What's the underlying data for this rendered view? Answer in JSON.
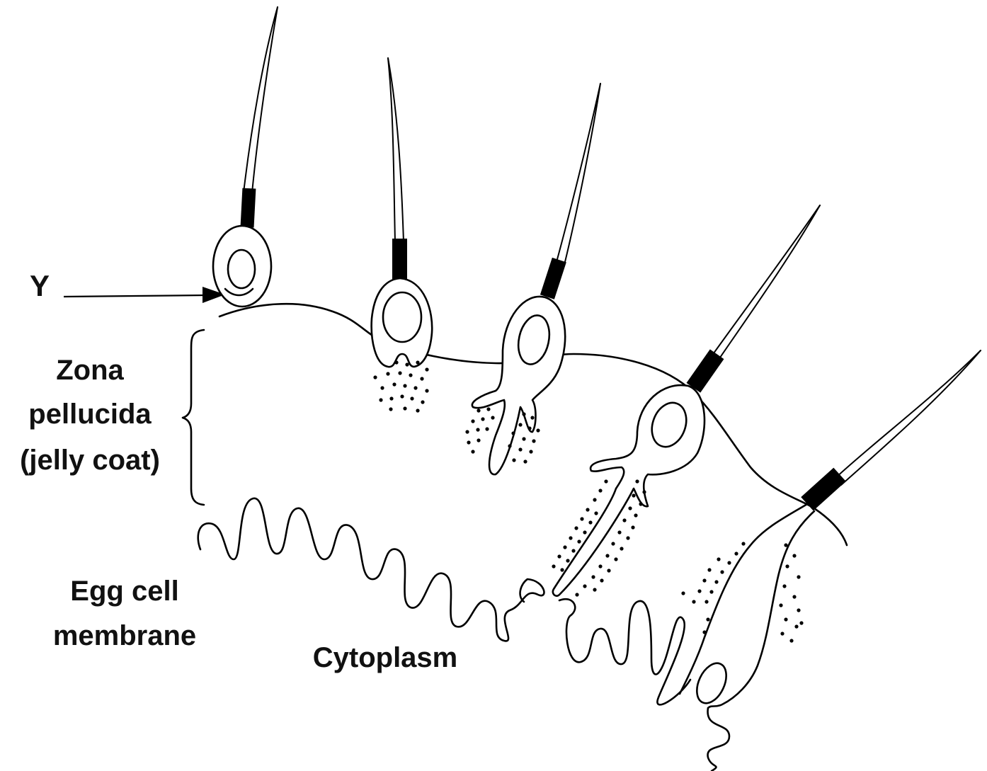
{
  "labels": {
    "y": "Y",
    "zona_line1": "Zona",
    "zona_line2": "pellucida",
    "zona_line3": "(jelly coat)",
    "egg_line1": "Egg cell",
    "egg_line2": "membrane",
    "cytoplasm": "Cytoplasm"
  },
  "colors": {
    "ink": "#000000",
    "background": "#ffffff"
  }
}
